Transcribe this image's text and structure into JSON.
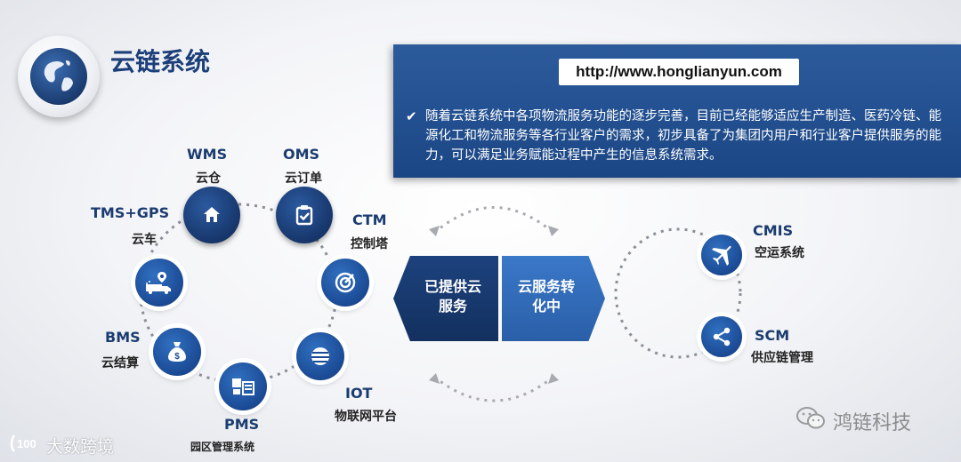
{
  "header": {
    "title": "云链系统"
  },
  "info_box": {
    "url": "http://www.honglianyun.com",
    "bullet_icon": "check-icon",
    "text": "随着云链系统中各项物流服务功能的逐步完善，目前已经能够适应生产制造、医药冷链、能源化工和物流服务等各行业客户的需求，初步具备了为集团内用户和行业客户提供服务的能力，可以满足业务赋能过程中产生的信息系统需求。"
  },
  "ring_nodes": [
    {
      "id": "wms",
      "en": "WMS",
      "zh": "云仓",
      "icon": "home-icon"
    },
    {
      "id": "oms",
      "en": "OMS",
      "zh": "云订单",
      "icon": "clipboard-check-icon"
    },
    {
      "id": "ctm",
      "en": "CTM",
      "zh": "控制塔",
      "icon": "target-icon"
    },
    {
      "id": "iot",
      "en": "IOT",
      "zh": "物联网平台",
      "icon": "globe-icon"
    },
    {
      "id": "pms",
      "en": "PMS",
      "zh": "园区管理系统",
      "icon": "warehouse-icon"
    },
    {
      "id": "bms",
      "en": "BMS",
      "zh": "云结算",
      "icon": "money-bag-icon"
    },
    {
      "id": "tms",
      "en": "TMS+GPS",
      "zh": "云车",
      "icon": "truck-icon"
    }
  ],
  "center": {
    "left_label": "已提供云服务",
    "left_line1": "已提供云",
    "left_line2": "服务",
    "right_label": "云服务转化中",
    "right_line1": "云服务转",
    "right_line2": "化中"
  },
  "right_nodes": [
    {
      "id": "cmis",
      "en": "CMIS",
      "zh": "空运系统",
      "icon": "airplane-icon"
    },
    {
      "id": "scm",
      "en": "SCM",
      "zh": "供应链管理",
      "icon": "share-icon"
    }
  ],
  "watermarks": {
    "wechat_brand": "鸿链科技",
    "bottom_left": "大数跨境"
  },
  "colors": {
    "primary_dark": "#17366b",
    "info_box": "#1f4a8a",
    "title": "#1c3f7a"
  }
}
